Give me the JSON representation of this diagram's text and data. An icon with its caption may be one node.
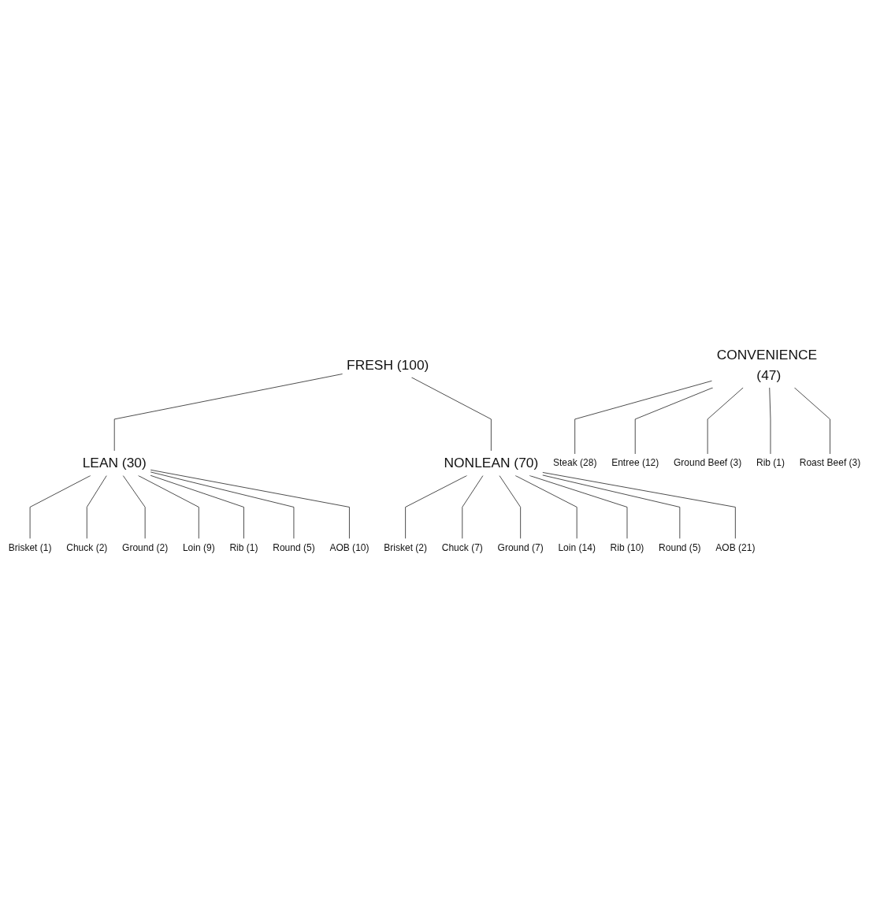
{
  "diagram": {
    "nodes": [
      {
        "text": [
          "FRESH (100)"
        ]
      },
      {
        "text": [
          "LEAN (30)"
        ]
      },
      {
        "text": [
          "NONLEAN (70)"
        ]
      },
      {
        "text": [
          "Brisket (1)"
        ]
      },
      {
        "text": [
          "Chuck (2)"
        ]
      },
      {
        "text": [
          "Ground (2)"
        ]
      },
      {
        "text": [
          "Loin (9)"
        ]
      },
      {
        "text": [
          "Rib (1)"
        ]
      },
      {
        "text": [
          "Round (5)"
        ]
      },
      {
        "text": [
          "AOB (10)"
        ]
      },
      {
        "text": [
          "Brisket (2)"
        ]
      },
      {
        "text": [
          "Chuck (7)"
        ]
      },
      {
        "text": [
          "Ground (7)"
        ]
      },
      {
        "text": [
          "Loin (14)"
        ]
      },
      {
        "text": [
          "Rib (10)"
        ]
      },
      {
        "text": [
          "Round (5)"
        ]
      },
      {
        "text": [
          "AOB (21)"
        ]
      },
      {
        "text": [
          "CONVENIENCE (47)"
        ]
      },
      {
        "text": [
          "Steak (28)"
        ]
      },
      {
        "text": [
          "Entree (12)"
        ]
      },
      {
        "text": [
          "Ground Beef (3)"
        ]
      },
      {
        "text": [
          "Rib (1)"
        ]
      },
      {
        "text": [
          "Roast Beef (3)"
        ]
      }
    ],
    "edges": [
      {
        "from": 0,
        "to": 1,
        "arrow": "none"
      },
      {
        "from": 0,
        "to": 2,
        "arrow": "none"
      },
      {
        "from": 1,
        "to": 3,
        "arrow": "none"
      },
      {
        "from": 1,
        "to": 4,
        "arrow": "none"
      },
      {
        "from": 1,
        "to": 5,
        "arrow": "none"
      },
      {
        "from": 1,
        "to": 6,
        "arrow": "none"
      },
      {
        "from": 1,
        "to": 7,
        "arrow": "none"
      },
      {
        "from": 1,
        "to": 8,
        "arrow": "none"
      },
      {
        "from": 1,
        "to": 9,
        "arrow": "none"
      },
      {
        "from": 2,
        "to": 10,
        "arrow": "none"
      },
      {
        "from": 2,
        "to": 11,
        "arrow": "none"
      },
      {
        "from": 2,
        "to": 12,
        "arrow": "none"
      },
      {
        "from": 2,
        "to": 13,
        "arrow": "none"
      },
      {
        "from": 2,
        "to": 14,
        "arrow": "none"
      },
      {
        "from": 2,
        "to": 15,
        "arrow": "none"
      },
      {
        "from": 2,
        "to": 16,
        "arrow": "none"
      },
      {
        "from": 17,
        "to": 18,
        "arrow": "none"
      },
      {
        "from": 17,
        "to": 19,
        "arrow": "none"
      },
      {
        "from": 17,
        "to": 20,
        "arrow": "none"
      },
      {
        "from": 17,
        "to": 21,
        "arrow": "none"
      },
      {
        "from": 17,
        "to": 22,
        "arrow": "none"
      }
    ]
  }
}
